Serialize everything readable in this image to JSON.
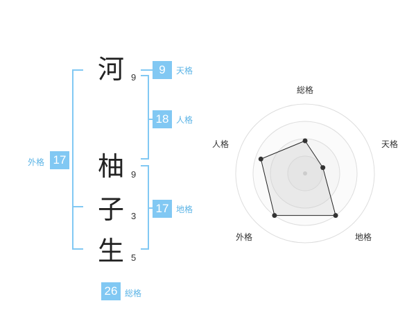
{
  "name": {
    "characters": [
      {
        "char": "河",
        "strokes": "9"
      },
      {
        "char": "柚",
        "strokes": "9"
      },
      {
        "char": "子",
        "strokes": "3"
      },
      {
        "char": "生",
        "strokes": "5"
      }
    ]
  },
  "kaku": {
    "tenkaku": {
      "value": "9",
      "label": "天格"
    },
    "jinkaku": {
      "value": "18",
      "label": "人格"
    },
    "chikaku": {
      "value": "17",
      "label": "地格"
    },
    "gaikaku": {
      "value": "17",
      "label": "外格"
    },
    "soukaku": {
      "value": "26",
      "label": "総格"
    }
  },
  "colors": {
    "accent": "#81c8f3",
    "label": "#5cb4e6"
  },
  "chart_data": {
    "type": "radar",
    "axes": [
      "総格",
      "天格",
      "地格",
      "外格",
      "人格"
    ],
    "values": [
      0.47,
      0.27,
      0.75,
      0.75,
      0.67
    ],
    "range": [
      0,
      1
    ],
    "rings": 4
  }
}
